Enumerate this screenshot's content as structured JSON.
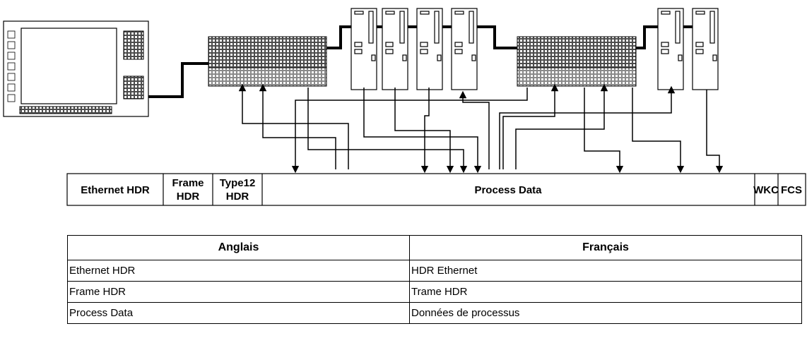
{
  "frame": {
    "segments": [
      {
        "id": "eth",
        "label_lines": [
          "Ethernet HDR"
        ]
      },
      {
        "id": "frame",
        "label_lines": [
          "Frame",
          "HDR"
        ]
      },
      {
        "id": "type12",
        "label_lines": [
          "Type12",
          "HDR"
        ]
      },
      {
        "id": "pd",
        "label_lines": [
          "Process Data"
        ]
      },
      {
        "id": "wkc",
        "label_lines": [
          "WKC"
        ]
      },
      {
        "id": "fcs",
        "label_lines": [
          "FCS"
        ]
      }
    ]
  },
  "table": {
    "headers": [
      "Anglais",
      "Français"
    ],
    "rows": [
      [
        "Ethernet HDR",
        "HDR Ethernet"
      ],
      [
        "Frame HDR",
        "Trame HDR"
      ],
      [
        "Process Data",
        "Données de processus"
      ]
    ]
  }
}
